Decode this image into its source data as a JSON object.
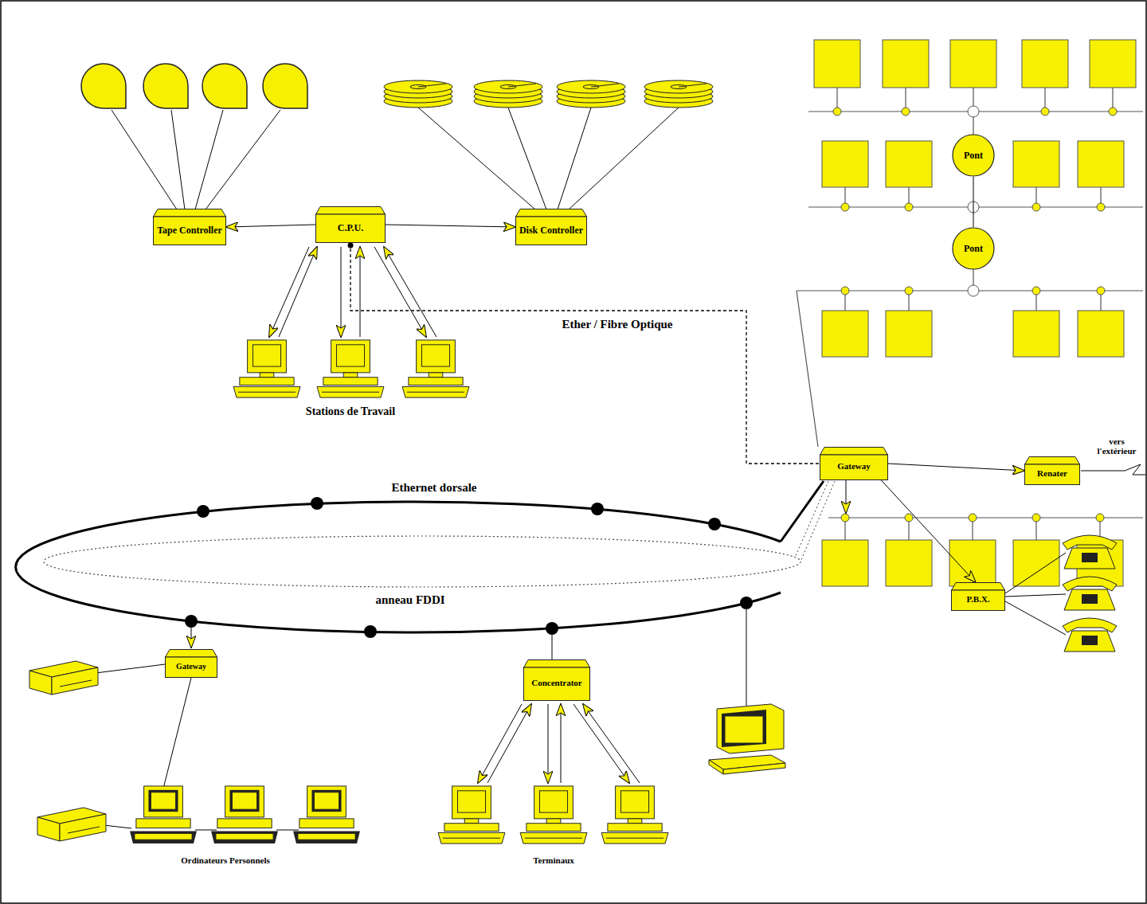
{
  "diagram": {
    "nodes": [
      {
        "text": [
          "Tape Controller"
        ]
      },
      {
        "text": [
          "C.P.U."
        ]
      },
      {
        "text": [
          "Disk Controller"
        ]
      },
      {
        "text": [
          "Pont"
        ]
      },
      {
        "text": [
          "Pont"
        ]
      },
      {
        "text": [
          "Gateway"
        ]
      },
      {
        "text": [
          "Renater"
        ]
      },
      {
        "text": [
          "P.B.X."
        ]
      },
      {
        "text": [
          "Gateway"
        ]
      },
      {
        "text": [
          "Concentrator"
        ]
      }
    ],
    "edges": [
      {
        "from": 1,
        "to": 0,
        "arrow": "to"
      },
      {
        "from": 1,
        "to": 2,
        "arrow": "to"
      },
      {
        "from": 3,
        "to": 4,
        "arrow": "none"
      },
      {
        "from": 1,
        "to": 5,
        "label": "Ether / Fibre Optique",
        "arrow": "none"
      },
      {
        "from": 5,
        "to": 6,
        "arrow": "to"
      },
      {
        "from": 5,
        "to": 7,
        "arrow": "to"
      }
    ],
    "labels": [
      "Stations de Travail",
      "vers l'extérieur",
      "Ethernet dorsale",
      "anneau FDDI",
      "Ordinateurs Personnels",
      "Terminaux"
    ]
  }
}
